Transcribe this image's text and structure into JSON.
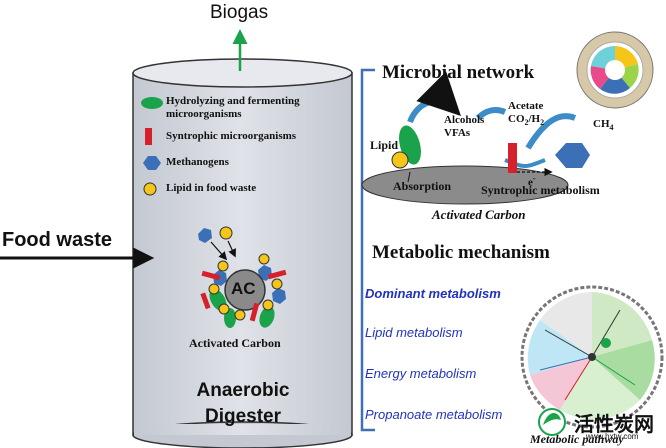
{
  "top": {
    "biogas": "Biogas"
  },
  "input": {
    "food_waste": "Food waste"
  },
  "legend": {
    "items": [
      {
        "label": "Hydrolyzing and fermenting",
        "label2": "microorganisms",
        "icon": "green-ellipse-icon"
      },
      {
        "label": "Syntrophic microorganisms",
        "icon": "red-bar-icon"
      },
      {
        "label": "Methanogens",
        "icon": "blue-hexagon-icon"
      },
      {
        "label": "Lipid in food waste",
        "icon": "yellow-circle-icon"
      }
    ]
  },
  "digester": {
    "ac_label": "AC",
    "ac_caption": "Activated Carbon",
    "title_line1": "Anaerobic",
    "title_line2": "Digester"
  },
  "network": {
    "title": "Microbial network",
    "lipid": "Lipid",
    "alcohols": "Alcohols",
    "vfas": "VFAs",
    "acetate": "Acetate",
    "co2h2": "CO",
    "co2h2_sub1": "2",
    "co2h2_mid": "/H",
    "co2h2_sub2": "2",
    "ch4": "CH",
    "ch4_sub": "4",
    "electron": "e",
    "electron_sup": "-",
    "absorption": "Absorption",
    "syntrophic": "Syntrophic metabolism",
    "carbon": "Activated Carbon"
  },
  "metabolic": {
    "title": "Metabolic mechanism",
    "items": [
      {
        "label": "Dominant  metabolism"
      },
      {
        "label": "Lipid metabolism"
      },
      {
        "label": "Energy metabolism"
      },
      {
        "label": "Propanoate metabolism"
      }
    ],
    "pathway_label": "Metabolic pathway"
  },
  "watermark": {
    "text": "活性炭网",
    "url": "www.hxtw.com"
  },
  "colors": {
    "tank": "#cfd3db",
    "green": "#1aa34a",
    "red": "#d6202c",
    "blue": "#3b6fb6",
    "yellow": "#f5c518",
    "arrow_blue": "#3c8cc8",
    "bracket": "#3f6fb5",
    "text_blue": "#2233bb"
  }
}
